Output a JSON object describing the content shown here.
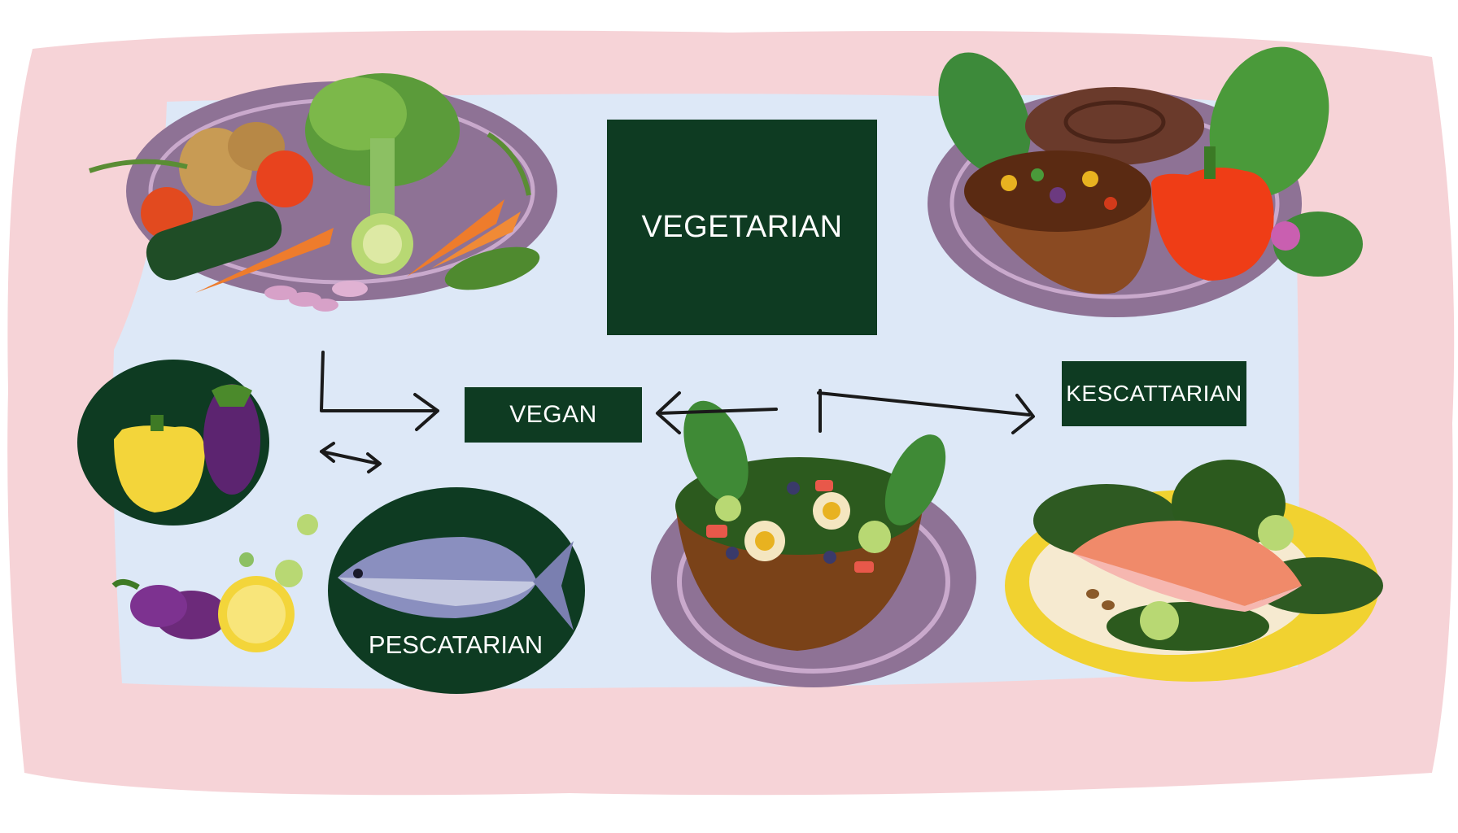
{
  "labels": {
    "vegetarian": "VEGETARIAN",
    "vegan": "VEGAN",
    "kescatarian": "KESCATTARIAN",
    "pescatarian": "PESCATARIAN"
  },
  "colors": {
    "pink_frame": "#f6d3d7",
    "light_panel": "#dde8f7",
    "plate_purple": "#8e7295",
    "plate_rim": "#c9a9cc",
    "dark_green": "#0e3b22",
    "arrow": "#1a1a1a"
  },
  "illustrations": [
    "vegetable-plate",
    "stew-and-pepper-plate",
    "pepper-eggplant-circle",
    "loose-eggplant-lemon",
    "fish-circle",
    "salad-bowl-plate",
    "salmon-plate"
  ]
}
